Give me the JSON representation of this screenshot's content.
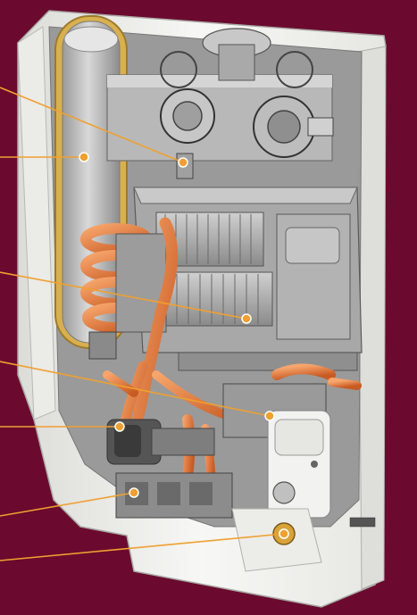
{
  "colors": {
    "background": "#6b0a2e",
    "callout_line": "#f0a030",
    "callout_dot": "#f0a030",
    "casing": "#f2f2f0",
    "casing_shadow": "#c9c9c6",
    "interior": "#8c8c8c",
    "metal_dark": "#5a5a5a",
    "metal_light": "#b9b9b9",
    "copper": "#e0783a",
    "copper_light": "#f4a06a",
    "tank": "#c8c8c8",
    "tank_rim": "#d8b050"
  },
  "callouts": [
    {
      "id": "fan-unit"
    },
    {
      "id": "storage-tank"
    },
    {
      "id": "heat-exchanger"
    },
    {
      "id": "burner"
    },
    {
      "id": "pump"
    },
    {
      "id": "valve-block"
    },
    {
      "id": "pressure-gauge"
    }
  ]
}
